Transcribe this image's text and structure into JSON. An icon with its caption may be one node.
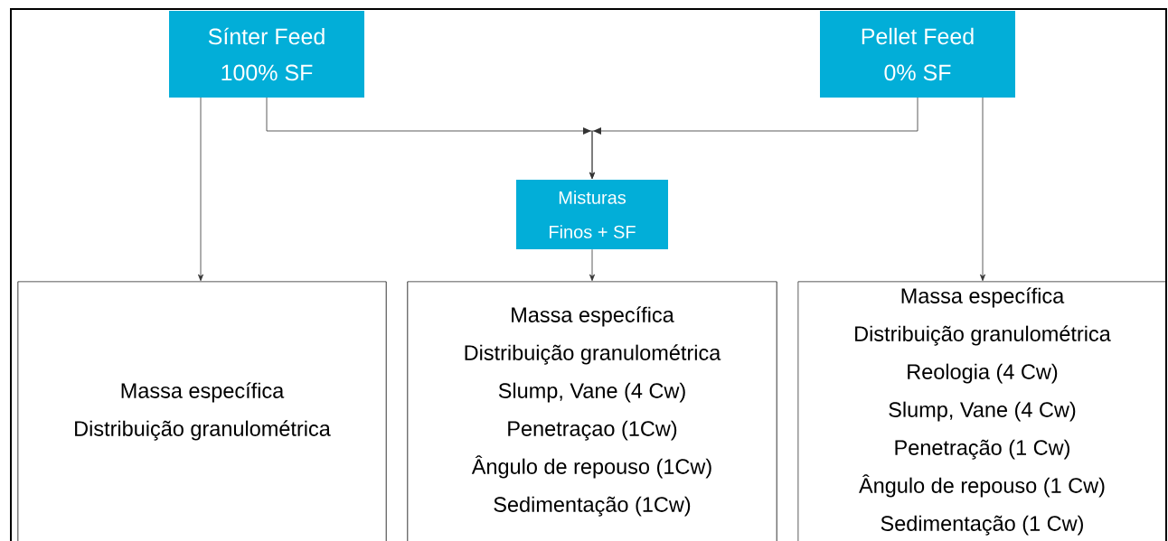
{
  "diagram": {
    "nodes": [
      {
        "text": [
          "Sínter Feed",
          "100% SF"
        ]
      },
      {
        "text": [
          "Pellet Feed",
          "0% SF"
        ]
      },
      {
        "text": [
          "Misturas",
          "Finos + SF"
        ]
      },
      {
        "text": [
          "Massa específica",
          "Distribuição granulométrica"
        ]
      },
      {
        "text": [
          "Massa específica",
          "Distribuição granulométrica",
          "Slump, Vane (4 Cw)",
          "Penetraçao (1Cw)",
          "Ângulo de repouso (1Cw)",
          "Sedimentação (1Cw)"
        ]
      },
      {
        "text": [
          "Massa específica",
          "Distribuição granulométrica",
          "Reologia (4 Cw)",
          "Slump, Vane (4 Cw)",
          "Penetração (1 Cw)",
          "Ângulo de repouso (1 Cw)",
          "Sedimentação (1 Cw)"
        ]
      }
    ],
    "edges": [
      {
        "from": 0,
        "to": 2,
        "arrow": "to"
      },
      {
        "from": 1,
        "to": 2,
        "arrow": "to"
      },
      {
        "from": 0,
        "to": 3,
        "arrow": "to"
      },
      {
        "from": 2,
        "to": 4,
        "arrow": "to"
      },
      {
        "from": 1,
        "to": 5,
        "arrow": "to"
      }
    ]
  }
}
